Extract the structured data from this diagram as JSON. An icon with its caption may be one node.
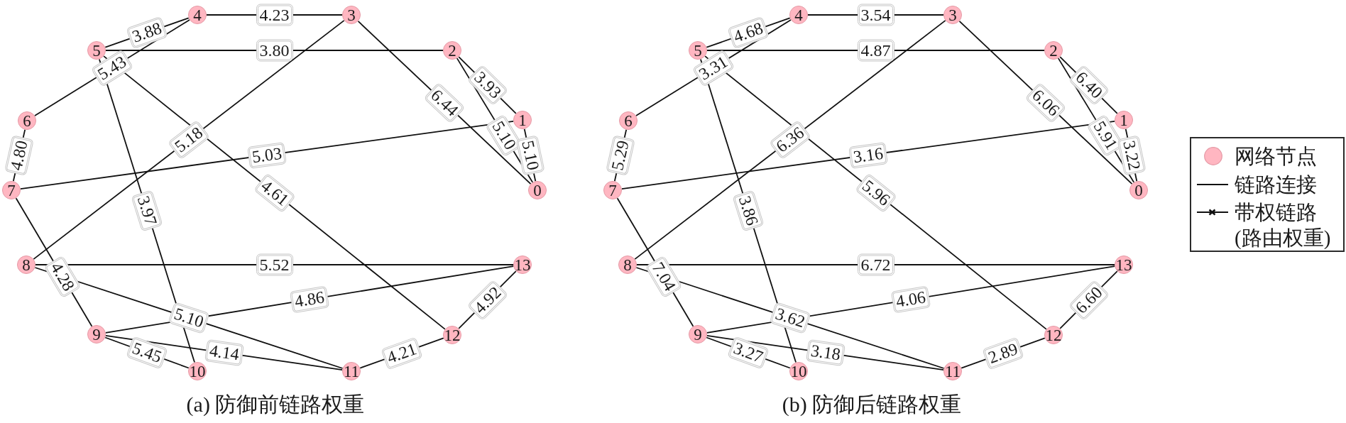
{
  "diagram": {
    "nodes": [
      {
        "text": [
          "0"
        ]
      },
      {
        "text": [
          "1"
        ]
      },
      {
        "text": [
          "2"
        ]
      },
      {
        "text": [
          "3"
        ]
      },
      {
        "text": [
          "4"
        ]
      },
      {
        "text": [
          "5"
        ]
      },
      {
        "text": [
          "6"
        ]
      },
      {
        "text": [
          "7"
        ]
      },
      {
        "text": [
          "8"
        ]
      },
      {
        "text": [
          "9"
        ]
      },
      {
        "text": [
          "10"
        ]
      },
      {
        "text": [
          "11"
        ]
      },
      {
        "text": [
          "12"
        ]
      },
      {
        "text": [
          "13"
        ]
      },
      {
        "text": [
          "0"
        ]
      },
      {
        "text": [
          "1"
        ]
      },
      {
        "text": [
          "2"
        ]
      },
      {
        "text": [
          "3"
        ]
      },
      {
        "text": [
          "4"
        ]
      },
      {
        "text": [
          "5"
        ]
      },
      {
        "text": [
          "6"
        ]
      },
      {
        "text": [
          "7"
        ]
      },
      {
        "text": [
          "8"
        ]
      },
      {
        "text": [
          "9"
        ]
      },
      {
        "text": [
          "10"
        ]
      },
      {
        "text": [
          "11"
        ]
      },
      {
        "text": [
          "12"
        ]
      },
      {
        "text": [
          "13"
        ]
      }
    ],
    "edges": [
      {
        "from": 4,
        "to": 3,
        "arrow": "none",
        "label": "4.23"
      },
      {
        "from": 5,
        "to": 4,
        "arrow": "none",
        "label": "3.88"
      },
      {
        "from": 5,
        "to": 2,
        "arrow": "none",
        "label": "3.80"
      },
      {
        "from": 4,
        "to": 6,
        "arrow": "none",
        "label": "5.43"
      },
      {
        "from": 3,
        "to": 0,
        "arrow": "none",
        "label": "6.44"
      },
      {
        "from": 2,
        "to": 1,
        "arrow": "none",
        "label": "3.93"
      },
      {
        "from": 2,
        "to": 0,
        "arrow": "none",
        "label": "5.10"
      },
      {
        "from": 1,
        "to": 0,
        "arrow": "none",
        "label": "5.10"
      },
      {
        "from": 1,
        "to": 7,
        "arrow": "none",
        "label": "5.03"
      },
      {
        "from": 6,
        "to": 7,
        "arrow": "none",
        "label": "4.80"
      },
      {
        "from": 3,
        "to": 8,
        "arrow": "none",
        "label": "5.18"
      },
      {
        "from": 5,
        "to": 12,
        "arrow": "none",
        "label": "4.61"
      },
      {
        "from": 5,
        "to": 10,
        "arrow": "none",
        "label": "3.97"
      },
      {
        "from": 7,
        "to": 9,
        "arrow": "none",
        "label": "4.28"
      },
      {
        "from": 8,
        "to": 13,
        "arrow": "none",
        "label": "5.52"
      },
      {
        "from": 9,
        "to": 13,
        "arrow": "none",
        "label": "4.86"
      },
      {
        "from": 8,
        "to": 11,
        "arrow": "none",
        "label": "5.10"
      },
      {
        "from": 9,
        "to": 10,
        "arrow": "none",
        "label": "5.45"
      },
      {
        "from": 9,
        "to": 11,
        "arrow": "none",
        "label": "4.14"
      },
      {
        "from": 11,
        "to": 12,
        "arrow": "none",
        "label": "4.21"
      },
      {
        "from": 12,
        "to": 13,
        "arrow": "none",
        "label": "4.92"
      },
      {
        "from": 18,
        "to": 17,
        "arrow": "none",
        "label": "3.54"
      },
      {
        "from": 19,
        "to": 18,
        "arrow": "none",
        "label": "4.68"
      },
      {
        "from": 19,
        "to": 16,
        "arrow": "none",
        "label": "4.87"
      },
      {
        "from": 18,
        "to": 20,
        "arrow": "none",
        "label": "3.31"
      },
      {
        "from": 17,
        "to": 14,
        "arrow": "none",
        "label": "6.06"
      },
      {
        "from": 16,
        "to": 15,
        "arrow": "none",
        "label": "6.40"
      },
      {
        "from": 16,
        "to": 14,
        "arrow": "none",
        "label": "5.91"
      },
      {
        "from": 15,
        "to": 14,
        "arrow": "none",
        "label": "3.22"
      },
      {
        "from": 15,
        "to": 21,
        "arrow": "none",
        "label": "3.16"
      },
      {
        "from": 20,
        "to": 21,
        "arrow": "none",
        "label": "5.29"
      },
      {
        "from": 17,
        "to": 22,
        "arrow": "none",
        "label": "6.36"
      },
      {
        "from": 19,
        "to": 26,
        "arrow": "none",
        "label": "5.96"
      },
      {
        "from": 19,
        "to": 24,
        "arrow": "none",
        "label": "3.86"
      },
      {
        "from": 21,
        "to": 23,
        "arrow": "none",
        "label": "7.04"
      },
      {
        "from": 22,
        "to": 27,
        "arrow": "none",
        "label": "6.72"
      },
      {
        "from": 23,
        "to": 27,
        "arrow": "none",
        "label": "4.06"
      },
      {
        "from": 22,
        "to": 25,
        "arrow": "none",
        "label": "3.62"
      },
      {
        "from": 23,
        "to": 24,
        "arrow": "none",
        "label": "3.27"
      },
      {
        "from": 23,
        "to": 25,
        "arrow": "none",
        "label": "3.18"
      },
      {
        "from": 25,
        "to": 26,
        "arrow": "none",
        "label": "2.89"
      },
      {
        "from": 26,
        "to": 27,
        "arrow": "none",
        "label": "6.60"
      }
    ],
    "labels": [
      "(a) 防御前链路权重",
      "(b) 防御后链路权重"
    ],
    "legend": [
      {
        "text": "网络节点",
        "color": "#ffb6c1"
      },
      {
        "text": "链路连接"
      },
      {
        "text": "带权链路(路由权重)"
      }
    ]
  }
}
